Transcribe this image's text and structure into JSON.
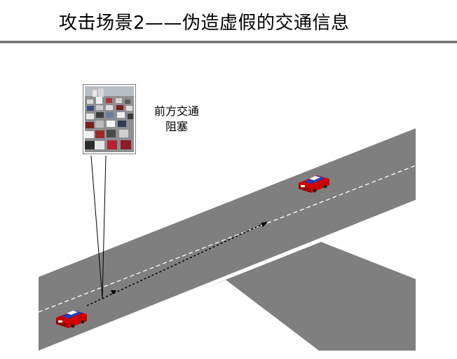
{
  "slide": {
    "title": "攻击场景2——伪造虚假的交通信息"
  },
  "callout": {
    "lines": [
      "前方交通",
      "阻塞"
    ]
  },
  "photo": {
    "subject": "traffic-jam-photo"
  },
  "colors": {
    "road": "#7f7f7f",
    "lane_marking": "#ffffff",
    "car_body": "#cc0000",
    "car_roof": "#1e3fbf",
    "arrow": "#000000"
  }
}
